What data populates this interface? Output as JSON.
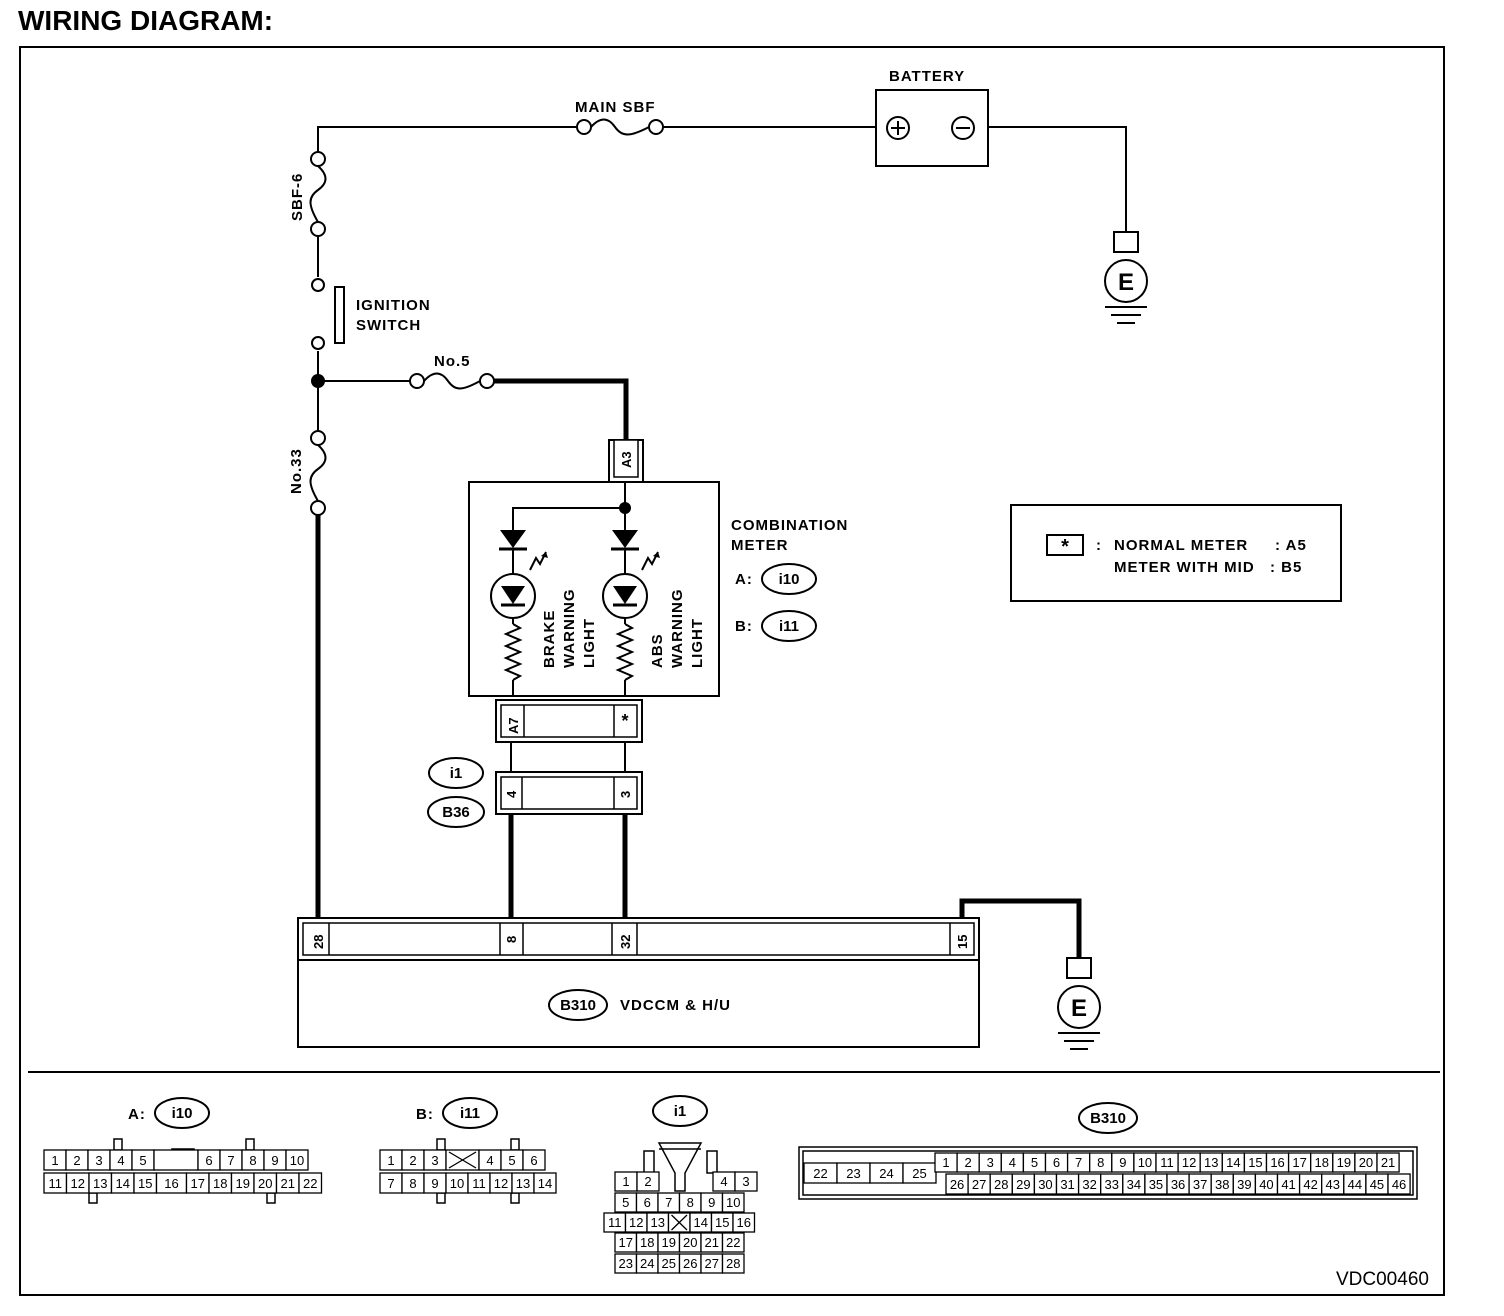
{
  "title": "WIRING DIAGRAM:",
  "figure_code": "VDC00460",
  "power": {
    "battery": "BATTERY",
    "plus": "+",
    "minus": "−",
    "main_sbf": "MAIN SBF",
    "sbf6": "SBF-6",
    "ignition_switch": [
      "IGNITION",
      "SWITCH"
    ],
    "fuse5": "No.5",
    "fuse33": "No.33",
    "ground_symbol": "E"
  },
  "combination_meter": {
    "title": [
      "COMBINATION",
      "METER"
    ],
    "conn_a_prefix": "A:",
    "conn_a": "i10",
    "conn_b_prefix": "B:",
    "conn_b": "i11",
    "pin_top": "A3",
    "pin_left": "A7",
    "pin_right": "*",
    "brake_light": [
      "BRAKE",
      "WARNING",
      "LIGHT"
    ],
    "abs_light": [
      "ABS",
      "WARNING",
      "LIGHT"
    ]
  },
  "intermediate": {
    "conn1": "i1",
    "conn2": "B36",
    "pin_left": "4",
    "pin_right": "3"
  },
  "legend": {
    "star": "*",
    "colon": ":",
    "line1_label": "NORMAL METER",
    "line1_value": ": A5",
    "line2_label": "METER WITH MID",
    "line2_value": ": B5"
  },
  "vdccm": {
    "badge": "B310",
    "label": "VDCCM & H/U",
    "pins": [
      "28",
      "8",
      "32",
      "15"
    ]
  },
  "connectors": {
    "i10": {
      "prefix": "A:",
      "badge": "i10",
      "row1": [
        "1",
        "2",
        "3",
        "4",
        "5",
        "",
        "6",
        "7",
        "8",
        "9",
        "10"
      ],
      "row2": [
        "11",
        "12",
        "13",
        "14",
        "15",
        "16",
        "17",
        "18",
        "19",
        "20",
        "21",
        "22"
      ]
    },
    "i11": {
      "prefix": "B:",
      "badge": "i11",
      "row1": [
        "1",
        "2",
        "3",
        "",
        "4",
        "5",
        "6"
      ],
      "row2": [
        "7",
        "8",
        "9",
        "10",
        "11",
        "12",
        "13",
        "14"
      ]
    },
    "i1": {
      "badge": "i1",
      "row1": [
        "1",
        "2",
        "4",
        "3"
      ],
      "row2": [
        "5",
        "6",
        "7",
        "8",
        "9",
        "10"
      ],
      "row3": [
        "11",
        "12",
        "13",
        "",
        "14",
        "15",
        "16"
      ],
      "row4": [
        "17",
        "18",
        "19",
        "20",
        "21",
        "22"
      ],
      "row5": [
        "23",
        "24",
        "25",
        "26",
        "27",
        "28"
      ]
    },
    "b310": {
      "badge": "B310",
      "left": [
        "22",
        "23",
        "24",
        "25"
      ],
      "row1": [
        "1",
        "2",
        "3",
        "4",
        "5",
        "6",
        "7",
        "8",
        "9",
        "10",
        "11",
        "12",
        "13",
        "14",
        "15",
        "16",
        "17",
        "18",
        "19",
        "20",
        "21"
      ],
      "row2": [
        "26",
        "27",
        "28",
        "29",
        "30",
        "31",
        "32",
        "33",
        "34",
        "35",
        "36",
        "37",
        "38",
        "39",
        "40",
        "41",
        "42",
        "43",
        "44",
        "45",
        "46"
      ]
    }
  }
}
